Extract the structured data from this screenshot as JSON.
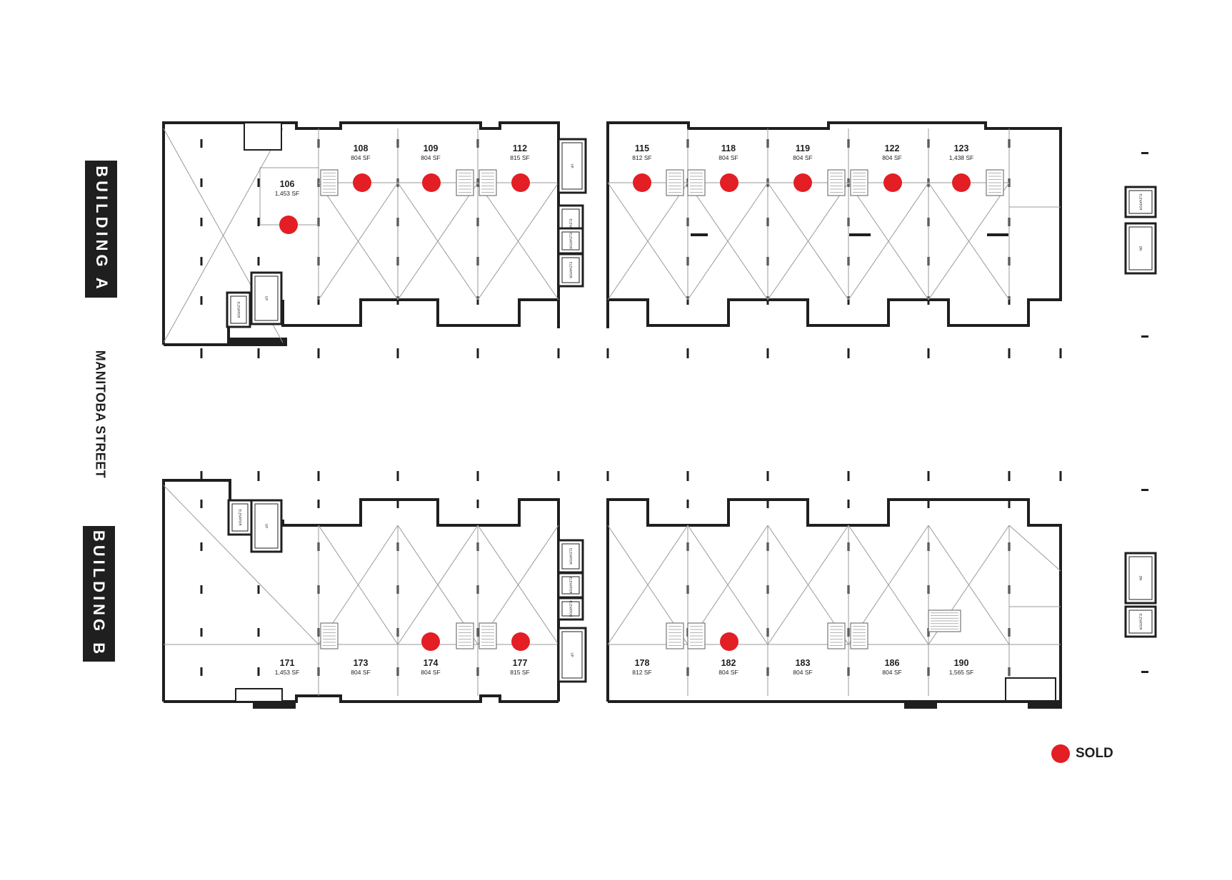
{
  "buildings": [
    {
      "name": "BUILDING A",
      "units": [
        {
          "number": "106",
          "area": "1,453 SF",
          "sold": true
        },
        {
          "number": "108",
          "area": "804 SF",
          "sold": true
        },
        {
          "number": "109",
          "area": "804 SF",
          "sold": true
        },
        {
          "number": "112",
          "area": "815 SF",
          "sold": true
        },
        {
          "number": "115",
          "area": "812 SF",
          "sold": true
        },
        {
          "number": "118",
          "area": "804 SF",
          "sold": true
        },
        {
          "number": "119",
          "area": "804 SF",
          "sold": true
        },
        {
          "number": "122",
          "area": "804 SF",
          "sold": true
        },
        {
          "number": "123",
          "area": "1,438 SF",
          "sold": true
        }
      ]
    },
    {
      "name": "BUILDING B",
      "units": [
        {
          "number": "171",
          "area": "1,453 SF",
          "sold": false
        },
        {
          "number": "173",
          "area": "804 SF",
          "sold": false
        },
        {
          "number": "174",
          "area": "804 SF",
          "sold": true
        },
        {
          "number": "177",
          "area": "815 SF",
          "sold": true
        },
        {
          "number": "178",
          "area": "812 SF",
          "sold": false
        },
        {
          "number": "182",
          "area": "804 SF",
          "sold": true
        },
        {
          "number": "183",
          "area": "804 SF",
          "sold": false
        },
        {
          "number": "186",
          "area": "804 SF",
          "sold": false
        },
        {
          "number": "190",
          "area": "1,565 SF",
          "sold": false
        }
      ]
    }
  ],
  "street_name": "MANITOBA STREET",
  "legend": {
    "label": "SOLD",
    "color": "#e31e24"
  },
  "plan_labels": {
    "elevator": "ELEVATOR",
    "up": "UP",
    "down": "DN"
  },
  "colors": {
    "wall": "#1f1f1f",
    "sold_dot": "#e31e24",
    "thin_line": "#9a9a9a"
  }
}
